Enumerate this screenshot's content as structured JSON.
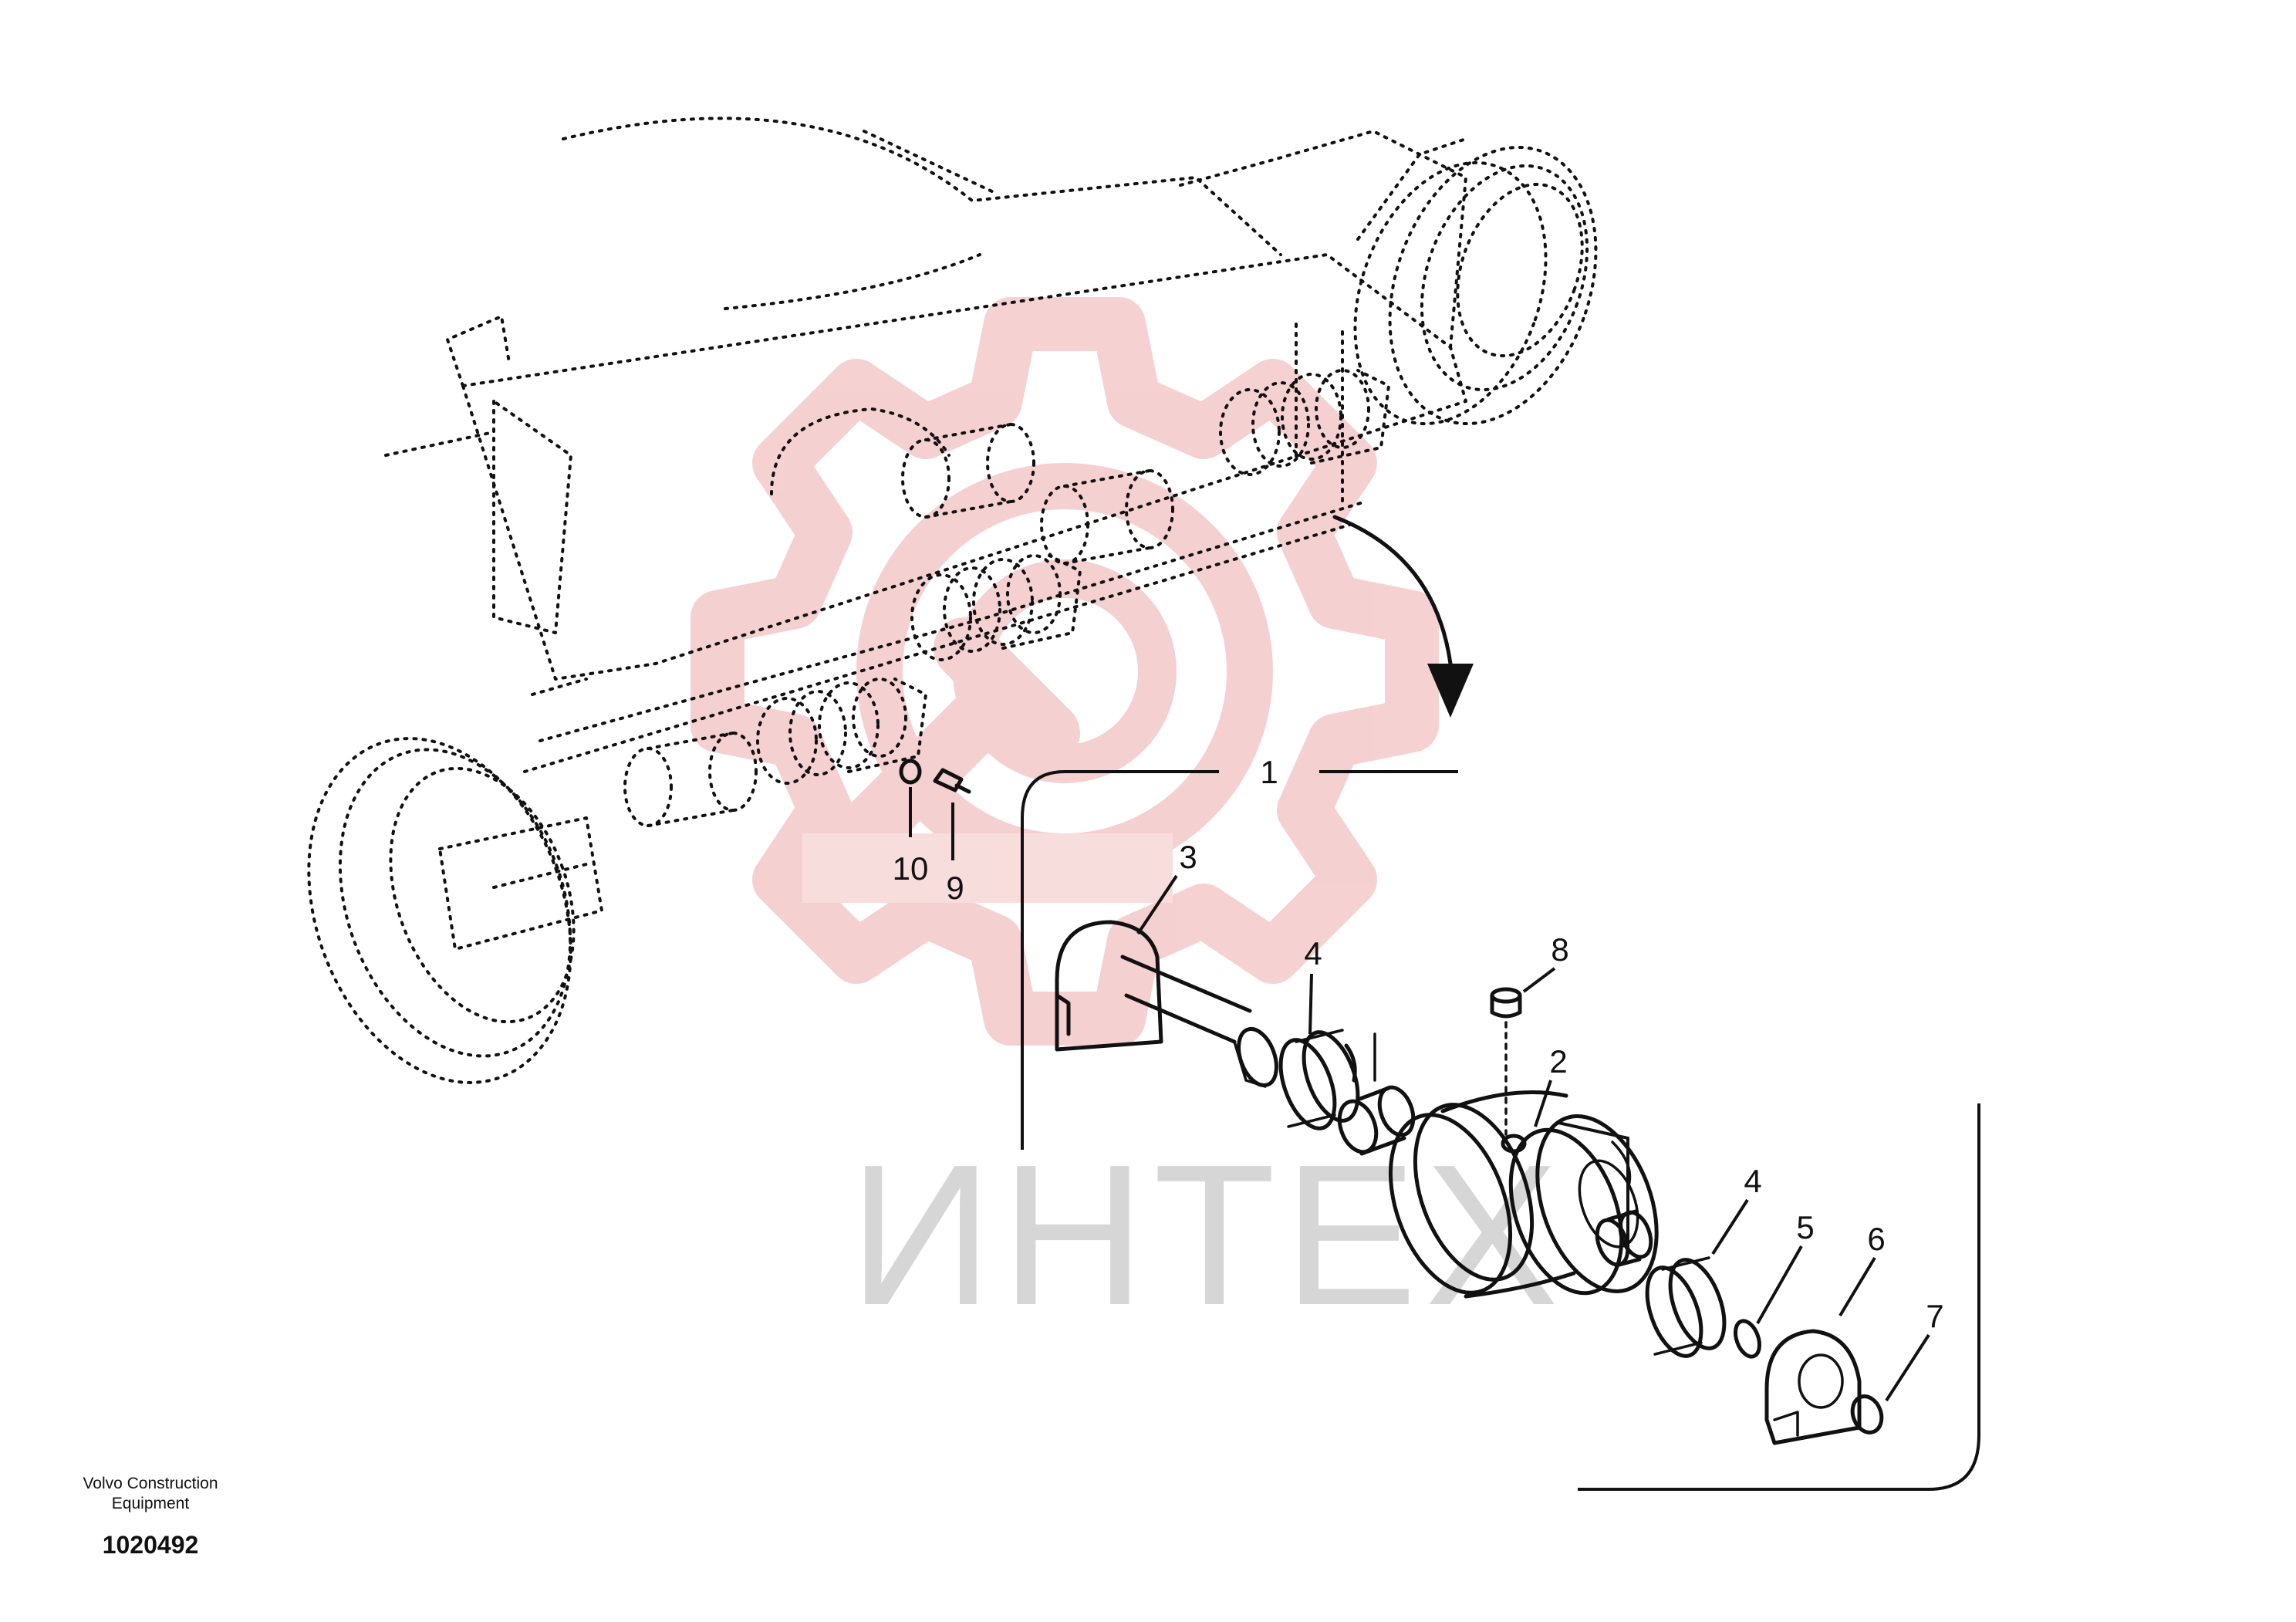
{
  "watermark": {
    "text": "ИНТЕХ",
    "text_color": "#d6d6d6",
    "logo_color": "#f3c3c3",
    "logo_icon": "gear-wrench-logo"
  },
  "callouts": {
    "c1": "1",
    "c2": "2",
    "c3": "3",
    "c4a": "4",
    "c4b": "4",
    "c5": "5",
    "c6": "6",
    "c7": "7",
    "c8": "8",
    "c9": "9",
    "c10": "10"
  },
  "footer": {
    "maker": "Volvo Construction Equipment",
    "drawing_number": "1020492"
  },
  "arrow_icon": "curved-arrow-icon"
}
